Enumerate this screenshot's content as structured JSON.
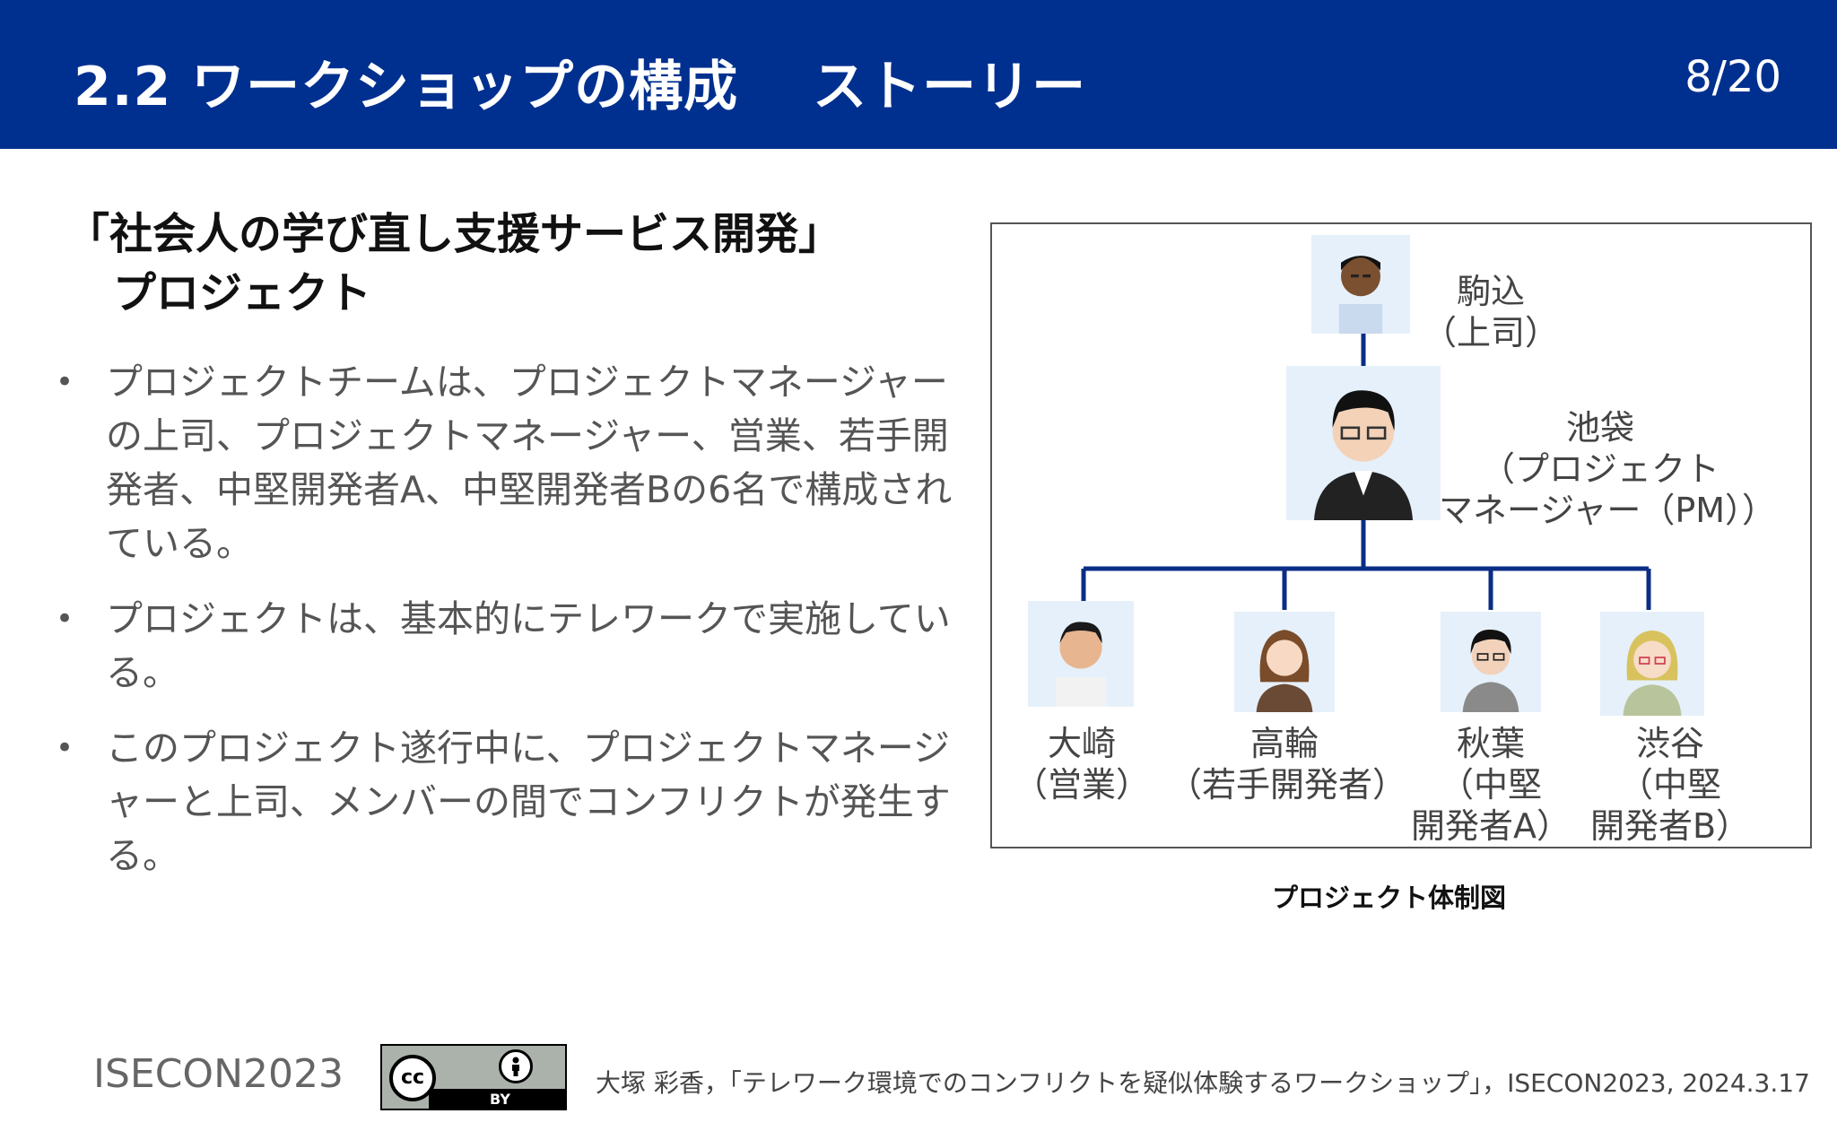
{
  "header": {
    "title": "2.2 ワークショップの構成　 ストーリー",
    "page": "8/20"
  },
  "heading": {
    "line1": "「社会人の学び直し支援サービス開発」",
    "line2": "プロジェクト"
  },
  "bullets": [
    "プロジェクトチームは、プロジェクトマネージャーの上司、プロジェクトマネージャー、営業、若手開発者、中堅開発者A、中堅開発者Bの6名で構成されている。",
    "プロジェクトは、基本的にテレワークで実施している。",
    "このプロジェクト遂行中に、プロジェクトマネージャーと上司、メンバーの間でコンフリクトが発生する。"
  ],
  "bullet_marker": "•",
  "diagram": {
    "boss": {
      "name": "駒込",
      "role": "（上司）"
    },
    "pm": {
      "name": "池袋",
      "role1": "（プロジェクト",
      "role2": "マネージャー（PM））"
    },
    "members": [
      {
        "name": "大崎",
        "role": "（営業）"
      },
      {
        "name": "高輪",
        "role": "（若手開発者）"
      },
      {
        "name": "秋葉",
        "role": "（中堅",
        "role2": "開発者A）"
      },
      {
        "name": "渋谷",
        "role": "（中堅",
        "role2": "開発者B）"
      }
    ],
    "line_color": "#0b2d86",
    "caption": "プロジェクト体制図"
  },
  "footer": {
    "conference": "ISECON2023",
    "license_cc": "cc",
    "license_by": "BY",
    "citation": "大塚 彩香，「テレワーク環境でのコンフリクトを疑似体験するワークショップ」，ISECON2023, 2024.3.17"
  }
}
